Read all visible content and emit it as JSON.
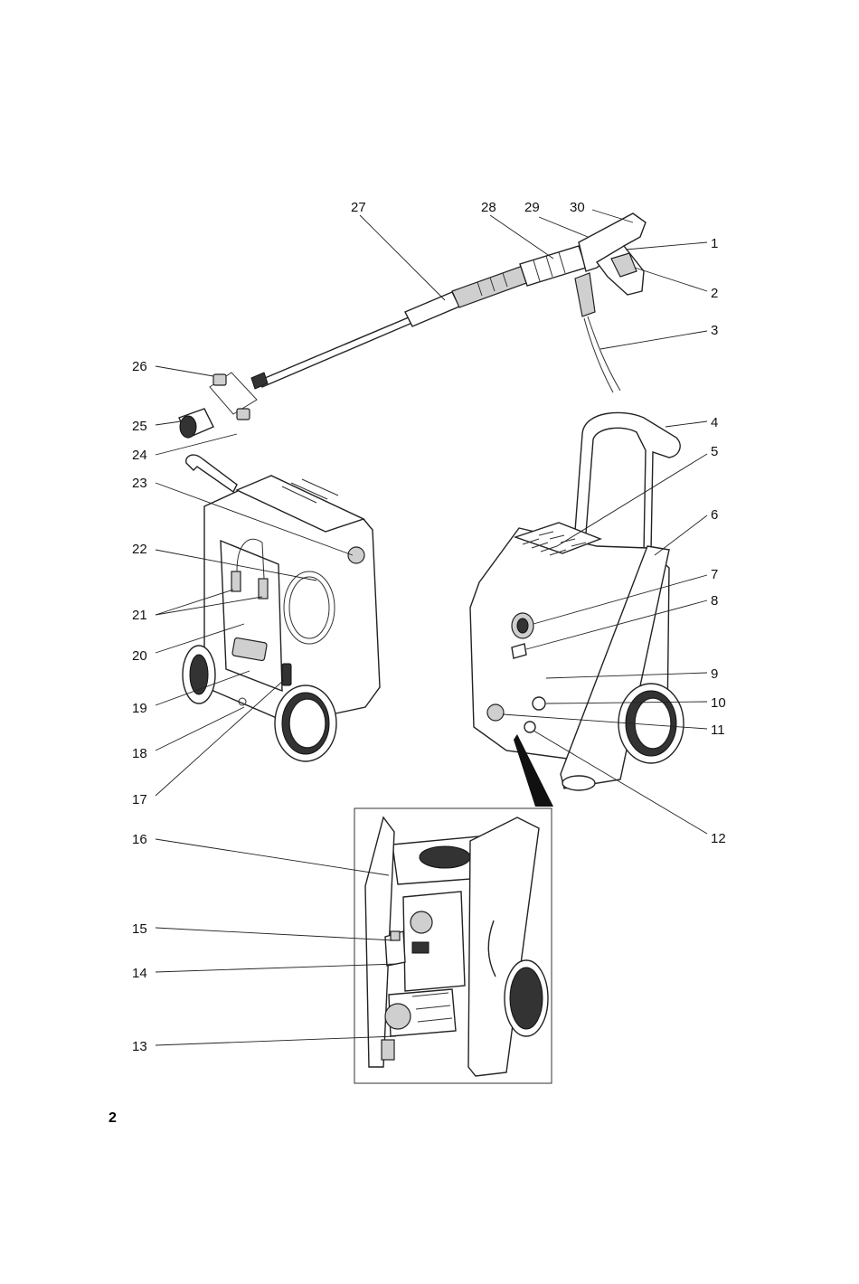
{
  "page_number": "2",
  "callouts": [
    "1",
    "2",
    "3",
    "4",
    "5",
    "6",
    "7",
    "8",
    "9",
    "10",
    "11",
    "12",
    "13",
    "14",
    "15",
    "16",
    "17",
    "18",
    "19",
    "20",
    "21",
    "22",
    "23",
    "24",
    "25",
    "26",
    "27",
    "28",
    "29",
    "30"
  ]
}
